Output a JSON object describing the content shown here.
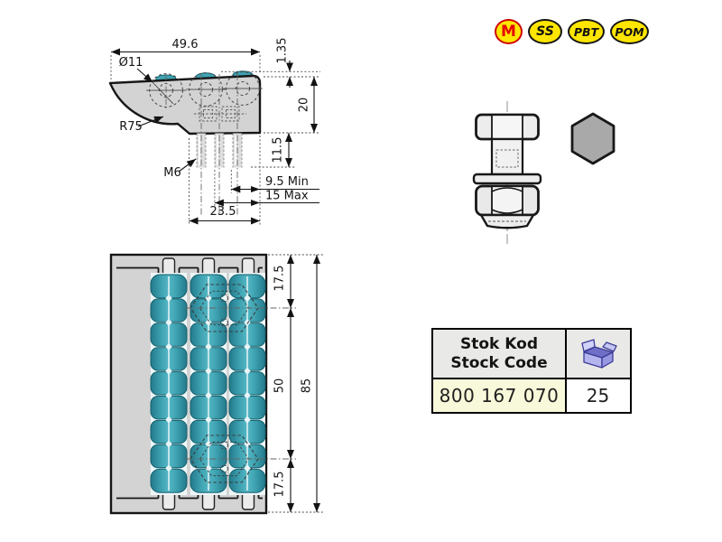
{
  "badges": {
    "items": [
      {
        "label": "M"
      },
      {
        "label": "SS"
      },
      {
        "label": "PBT"
      },
      {
        "label": "POM"
      }
    ]
  },
  "side_view": {
    "overall_width": "49.6",
    "roller_diameter": "Ø11",
    "protrusion": "1.35",
    "height": "20",
    "radius": "R75",
    "stud_length": "11.5",
    "thread": "M6",
    "min_depth": "9.5 Min",
    "max_depth": "15 Max",
    "stud_spacing": "23.5"
  },
  "top_view": {
    "end_pitch_top": "17.5",
    "center_pitch": "50",
    "overall_length": "85",
    "end_pitch_bottom": "17.5"
  },
  "stock_table": {
    "header_line1": "Stok Kod",
    "header_line2": "Stock Code",
    "stock_code": "800 167 070",
    "package_qty": "25"
  },
  "colors": {
    "roller_teal": "#3fa3b2",
    "drawing_gray": "#d3d3d3",
    "badge_yellow": "#ffe600",
    "badge_red": "#e60000",
    "code_cell_bg": "#f8f8da",
    "header_cell_bg": "#e9e9e7",
    "box_icon_lavender": "#b4b4ee"
  }
}
